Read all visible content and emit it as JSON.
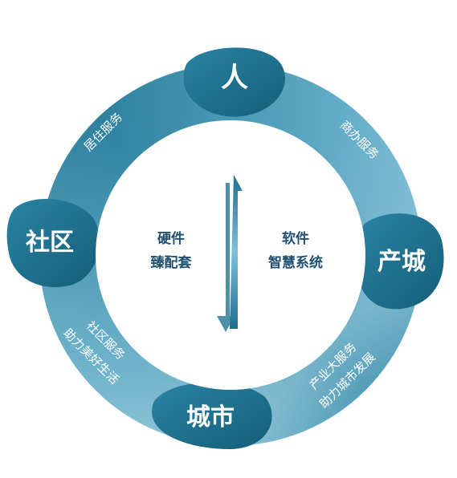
{
  "nodes": {
    "top": "人",
    "right": "产城",
    "bottom": "城市",
    "left": "社区"
  },
  "arcs": {
    "top_left": "居住服务",
    "top_right": "商办服务",
    "bottom_right_line1": "产业大服务",
    "bottom_right_line2": "助力城市发展",
    "bottom_left_line1": "社区服务",
    "bottom_left_line2": "助力美好生活"
  },
  "center": {
    "left_line1": "硬件",
    "left_line2": "臻配套",
    "right_line1": "软件",
    "right_line2": "智慧系统"
  },
  "colors": {
    "ring_dark": "#1a6f8c",
    "ring_light": "#9fd0e1",
    "node": "#1d6d8a",
    "center_text": "#1f4f73",
    "arrow": "#2e86a8"
  }
}
